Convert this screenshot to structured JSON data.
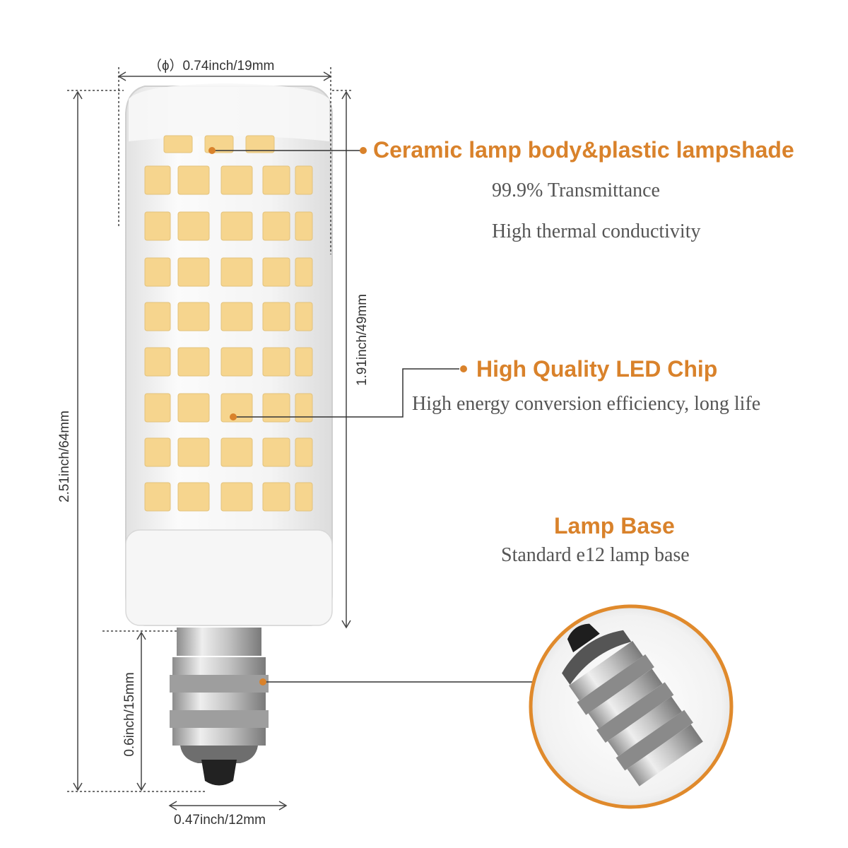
{
  "dimensions": {
    "diameter": "（ɸ）0.74inch/19mm",
    "total_height": "2.51inch/64mm",
    "body_height": "1.91inch/49mm",
    "base_height": "0.6inch/15mm",
    "base_width": "0.47inch/12mm"
  },
  "features": [
    {
      "title": "Ceramic lamp body&plastic lampshade",
      "lines": [
        "99.9% Transmittance",
        "High thermal conductivity"
      ]
    },
    {
      "title": "High Quality LED Chip",
      "lines": [
        "High energy conversion efficiency, long life"
      ]
    },
    {
      "title": "Lamp Base",
      "lines": [
        "Standard e12 lamp base"
      ]
    }
  ],
  "colors": {
    "accent": "#d9822b",
    "led_chip": "#f6d58e",
    "body": "#f4f4f4",
    "base_metal": "#b9b9b9",
    "lines": "#444444"
  }
}
